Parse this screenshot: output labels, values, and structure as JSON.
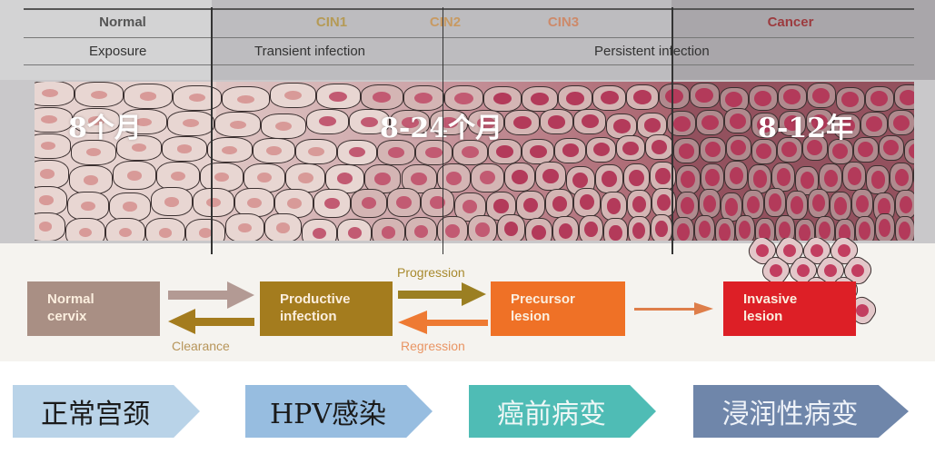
{
  "header": {
    "stages": [
      {
        "label": "Normal",
        "color": "#555555"
      },
      {
        "label": "CIN1",
        "color": "#b59a55"
      },
      {
        "label": "CIN2",
        "color": "#c89a62"
      },
      {
        "label": "CIN3",
        "color": "#cd8a6a"
      },
      {
        "label": "Cancer",
        "color": "#9c3b3f"
      }
    ],
    "phases": [
      {
        "label": "Exposure"
      },
      {
        "label": "Transient infection"
      },
      {
        "label": "Persistent infection"
      }
    ]
  },
  "tissue": {
    "durations": [
      {
        "label": "8个月"
      },
      {
        "label": "8-24个月"
      },
      {
        "label": "8-12年"
      }
    ]
  },
  "flow": {
    "boxes": [
      {
        "label_line1": "Normal",
        "label_line2": "cervix",
        "color": "#a98f84"
      },
      {
        "label_line1": "Productive",
        "label_line2": "infection",
        "color": "#a47c1e"
      },
      {
        "label_line1": "Precursor",
        "label_line2": "lesion",
        "color": "#ef7126"
      },
      {
        "label_line1": "Invasive",
        "label_line2": "lesion",
        "color": "#dd1f26"
      }
    ],
    "arrow_labels": {
      "progression": "Progression",
      "regression": "Regression",
      "clearance": "Clearance"
    }
  },
  "chevrons": [
    {
      "label": "正常宫颈",
      "color": "#b9d3e8",
      "text_color": "#1a1a1a"
    },
    {
      "label": "HPV感染",
      "color": "#97bde0",
      "text_color": "#1a1a1a"
    },
    {
      "label": "癌前病变",
      "color": "#4fbcb5",
      "text_color": "#eef7f6"
    },
    {
      "label": "浸润性病变",
      "color": "#6f86aa",
      "text_color": "#eef2f8"
    }
  ]
}
